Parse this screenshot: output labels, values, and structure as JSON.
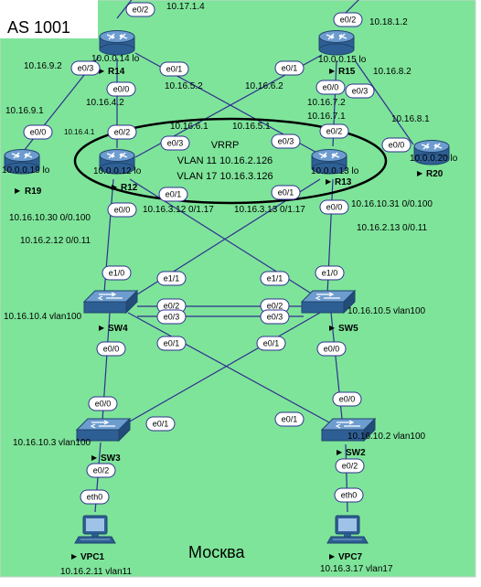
{
  "area": {
    "as_label": "AS 1001",
    "city_label": "Москва",
    "background": "#7ee49a",
    "link_color": "#2f2f8f"
  },
  "vrrp": {
    "title": "VRRP",
    "line1": "VLAN 11 10.16.2.126",
    "line2": "VLAN 17 10.16.3.126"
  },
  "devices": {
    "r14": {
      "name": "R14",
      "label": "10.0.0.14 lo"
    },
    "r15": {
      "name": "R15",
      "label": "10.0.0.15 lo"
    },
    "r19": {
      "name": "R19",
      "label": "10.0.0.19 lo"
    },
    "r12": {
      "name": "R12",
      "label": "10.0.0.12 lo"
    },
    "r13": {
      "name": "R13",
      "label": "10.0.0.13 lo"
    },
    "r20": {
      "name": "R20",
      "label": "10.0.0.20 lo"
    },
    "sw4": {
      "name": "SW4",
      "label": "10.16.10.4 vlan100"
    },
    "sw5": {
      "name": "SW5",
      "label": "10.16.10.5 vlan100"
    },
    "sw3": {
      "name": "SW3",
      "label": "10.16.10.3 vlan100"
    },
    "sw2": {
      "name": "SW2",
      "label": "10.16.10.2 vlan100"
    },
    "vpc1": {
      "name": "VPC1",
      "label": "10.16.2.11 vlan11"
    },
    "vpc7": {
      "name": "VPC7",
      "label": "10.16.3.17 vlan17"
    }
  },
  "interfaces": {
    "r14_e02": "e0/2",
    "r14_e03": "e0/3",
    "r14_e01": "e0/1",
    "r14_e00": "e0/0",
    "r15_e02": "e0/2",
    "r15_e01": "e0/1",
    "r15_e00": "e0/0",
    "r15_e03": "e0/3",
    "r19_e00": "e0/0",
    "r12_e02": "e0/2",
    "r12_e03": "e0/3",
    "r12_e01": "e0/1",
    "r12_e00": "e0/0",
    "r13_e03": "e0/3",
    "r13_e02": "e0/2",
    "r13_e01": "e0/1",
    "r13_e00": "e0/0",
    "r20_e00": "e0/0",
    "sw4_e10": "e1/0",
    "sw4_e11": "e1/1",
    "sw4_e02": "e0/2",
    "sw4_e03": "e0/3",
    "sw4_e00": "e0/0",
    "sw4_e01": "e0/1",
    "sw5_e11": "e1/1",
    "sw5_e10": "e1/0",
    "sw5_e02": "e0/2",
    "sw5_e03": "e0/3",
    "sw5_e00": "e0/0",
    "sw5_e01": "e0/1",
    "sw3_e00": "e0/0",
    "sw3_e01": "e0/1",
    "sw3_e02": "e0/2",
    "sw2_e00": "e0/0",
    "sw2_e01": "e0/1",
    "sw2_e02": "e0/2",
    "vpc1_eth0": "eth0",
    "vpc7_eth0": "eth0"
  },
  "addresses": {
    "a_17_1_4": "10.17.1.4",
    "a_18_1_2": "10.18.1.2",
    "a_16_9_2": "10.16.9.2",
    "a_16_9_1": "10.16.9.1",
    "a_16_4_2": "10.16.4.2",
    "a_16_4_1": "10.16.4.1",
    "a_16_5_2": "10.16.5.2",
    "a_16_6_2": "10.16.6.2",
    "a_16_6_1": "10.16.6.1",
    "a_16_5_1": "10.16.5.1",
    "a_16_7_2": "10.16.7.2",
    "a_16_7_1": "10.16.7.1",
    "a_16_8_2": "10.16.8.2",
    "a_16_8_1": "10.16.8.1",
    "a_3_12": "10.16.3.12 0/1.17",
    "a_3_13": "10.16.3.13 0/1.17",
    "a_10_30": "10.16.10.30 0/0.100",
    "a_2_12": "10.16.2.12 0/0.11",
    "a_10_31": "10.16.10.31 0/0.100",
    "a_2_13": "10.16.2.13 0/0.11"
  }
}
